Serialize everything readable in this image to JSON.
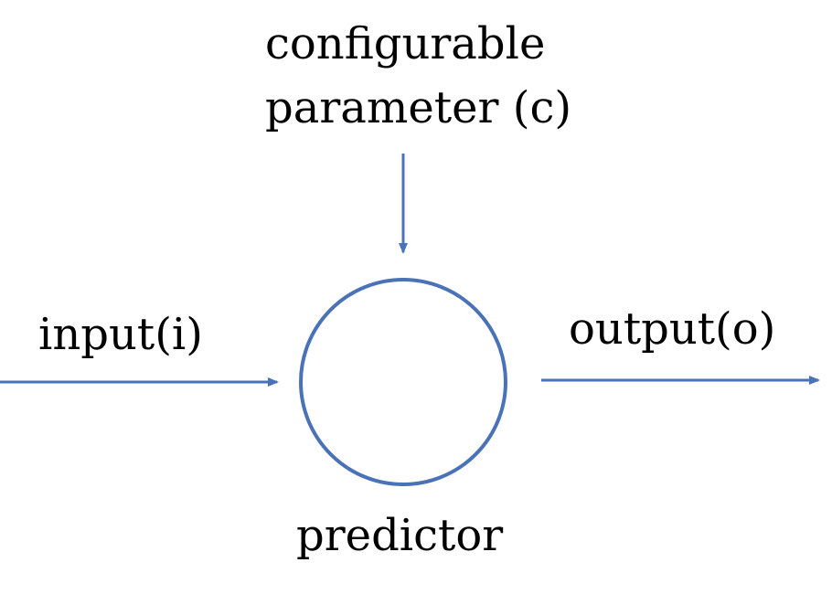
{
  "labels": {
    "parameter_line1": "configurable",
    "parameter_line2": "parameter (c)",
    "input": "input(i)",
    "output": "output(o)",
    "predictor": "predictor"
  },
  "colors": {
    "stroke": "#4a72b8",
    "text": "#000000"
  }
}
